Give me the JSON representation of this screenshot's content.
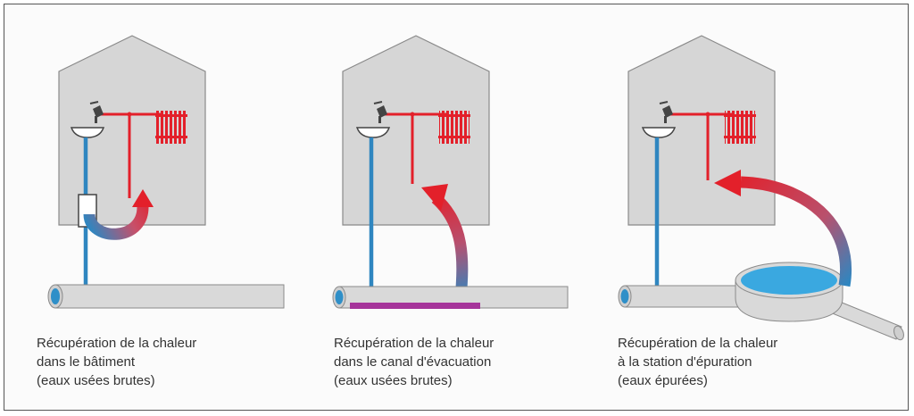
{
  "panels": [
    {
      "lines": [
        "Récupération de la chaleur",
        "dans le bâtiment",
        "(eaux usées brutes)"
      ]
    },
    {
      "lines": [
        "Récupération de la chaleur",
        "dans le canal d'évacuation",
        "(eaux usées brutes)"
      ]
    },
    {
      "lines": [
        "Récupération de la chaleur",
        "à la station d'épuration",
        "(eaux épurées)"
      ]
    }
  ],
  "colors": {
    "house_fill": "#d6d6d6",
    "house_stroke": "#8a8a8a",
    "pipe_fill": "#d9d9d9",
    "pipe_opening": "#2f8fc8",
    "hot_pipe": "#e3202a",
    "cold_pipe": "#2f86c0",
    "sewer_sludge": "#a5349a",
    "treatment_water": "#3aa8e0"
  },
  "icons": [
    "house-icon",
    "faucet-icon",
    "sink-icon",
    "radiator-icon",
    "heat-exchanger-icon",
    "sewer-pipe-icon",
    "treatment-basin-icon",
    "heat-flow-arrow-icon"
  ]
}
